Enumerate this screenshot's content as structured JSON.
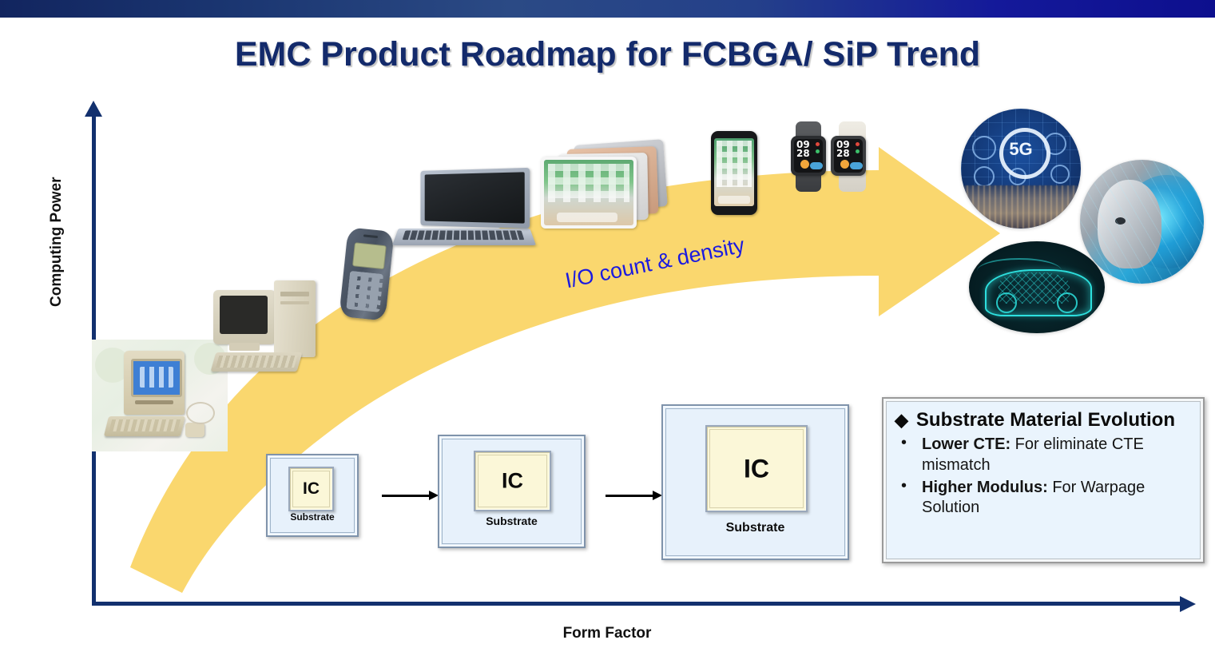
{
  "slide": {
    "title": "EMC Product Roadmap for FCBGA/ SiP Trend"
  },
  "axes": {
    "y_label": "Computing Power",
    "x_label": "Form Factor"
  },
  "trend_arrow": {
    "label": "I/O count & density",
    "color": "#fad76e",
    "label_color": "#1a1ae0"
  },
  "devices": [
    {
      "name": "vintage-desktop-computer",
      "caption": ""
    },
    {
      "name": "desktop-pc-tower",
      "caption": ""
    },
    {
      "name": "feature-phone",
      "caption": ""
    },
    {
      "name": "laptop",
      "caption": ""
    },
    {
      "name": "tablets",
      "caption": ""
    },
    {
      "name": "smartphone",
      "caption": ""
    },
    {
      "name": "smartwatch",
      "caption": ""
    }
  ],
  "watch": {
    "time_hour": "09",
    "time_min": "28"
  },
  "tech_photos": [
    {
      "name": "5g-network-city",
      "label": "5G"
    },
    {
      "name": "ai-robot",
      "label": ""
    },
    {
      "name": "wireframe-car",
      "label": ""
    }
  ],
  "packages": [
    {
      "die_label": "IC",
      "substrate_label": "Substrate"
    },
    {
      "die_label": "IC",
      "substrate_label": "Substrate"
    },
    {
      "die_label": "IC",
      "substrate_label": "Substrate"
    }
  ],
  "callout": {
    "bullet_marker": "◆",
    "heading": "Substrate Material Evolution",
    "items": [
      {
        "bold": "Lower CTE:",
        "rest": " For eliminate CTE mismatch"
      },
      {
        "bold": "Higher Modulus:",
        "rest": " For Warpage Solution"
      }
    ]
  },
  "colors": {
    "title": "#132a6b",
    "banner_left": "#12255f",
    "banner_right": "#0d0f8e",
    "axis": "#12306e",
    "arrow_yellow": "#fad76e",
    "substrate_fill": "#e7f1fb",
    "die_fill": "#fbf7d8",
    "callout_fill": "#eaf4fd"
  }
}
